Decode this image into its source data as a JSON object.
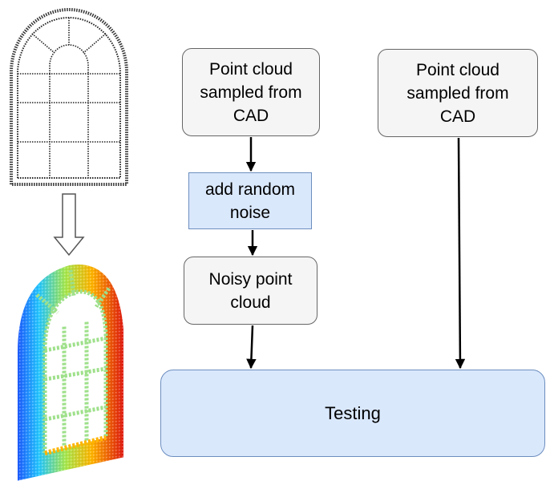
{
  "nodes": {
    "cad_left": "Point cloud\nsampled from\nCAD",
    "cad_right": "Point cloud\nsampled from\nCAD",
    "noise": "add random\nnoise",
    "noisy": "Noisy point\ncloud",
    "testing": "Testing"
  },
  "colors": {
    "grey_fill": "#f5f5f5",
    "grey_stroke": "#666666",
    "blue_fill": "#dae8fc",
    "blue_stroke": "#6c8ebf"
  },
  "images": {
    "cad_window": "arched-window-wireframe",
    "noisy_window": "arched-window-noisy-heatmap"
  }
}
